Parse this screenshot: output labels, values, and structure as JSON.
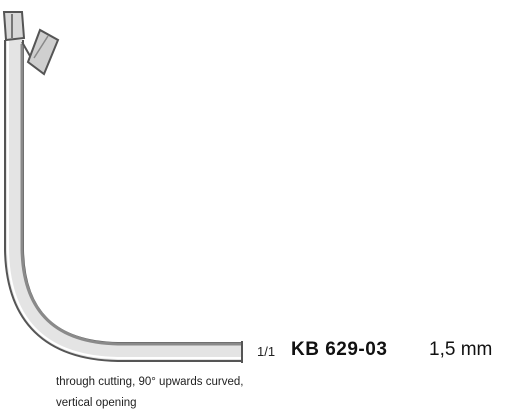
{
  "product": {
    "scale": "1/1",
    "model": "KB 629-03",
    "size": "1,5 mm",
    "description_line1": "through cutting, 90° upwards curved,",
    "description_line2": "vertical opening"
  },
  "colors": {
    "instrument_outline": "#555555",
    "instrument_fill": "#e2e2e2",
    "instrument_shade": "#9a9a9a",
    "text": "#111111"
  },
  "illustration": {
    "icon": "curved-punch-instrument-icon"
  }
}
